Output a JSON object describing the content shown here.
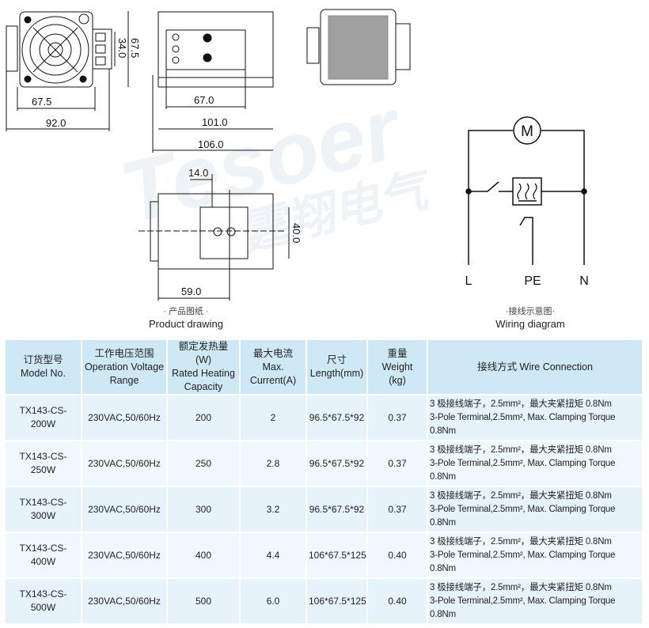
{
  "drawing": {
    "dims_front": [
      "67.5",
      "34.0",
      "67.5",
      "92.0"
    ],
    "dims_side": [
      "67.0",
      "101.0",
      "106.0"
    ],
    "dims_top": [
      "14.0",
      "40.0",
      "59.0"
    ],
    "caption_cn": "· 产品图纸 ·",
    "caption_en": "Product drawing"
  },
  "wiring": {
    "motor_label": "M",
    "terminals": [
      "L",
      "PE",
      "N"
    ],
    "caption_cn": "·接线示意图·",
    "caption_en": "Wiring diagram"
  },
  "watermark": {
    "brand": "Tesoer",
    "cn": "霆翔电气"
  },
  "table": {
    "headers": [
      [
        "订货型号",
        "Model No."
      ],
      [
        "工作电压范围",
        "Operation Voltage",
        "Range"
      ],
      [
        "额定发热量 (W)",
        "Rated Heating",
        "Capacity"
      ],
      [
        "最大电流 Max.",
        "Current(A)"
      ],
      [
        "尺寸",
        "Length(mm)"
      ],
      [
        "重量",
        "Weight",
        "(kg)"
      ],
      [
        "接线方式 Wire Connection"
      ]
    ],
    "rows": [
      {
        "model": "TX143-CS-200W",
        "voltage": "230VAC,50/60Hz",
        "heat": "200",
        "current": "2",
        "length": "96.5*67.5*92",
        "weight": "0.37",
        "wire_cn": "3 极接线端子，2.5mm²，最大夹紧扭矩 0.8Nm",
        "wire_en": "3-Pole Terminal,2.5mm², Max. Clamping Torque 0.8Nm"
      },
      {
        "model": "TX143-CS-250W",
        "voltage": "230VAC,50/60Hz",
        "heat": "250",
        "current": "2.8",
        "length": "96.5*67.5*92",
        "weight": "0.37",
        "wire_cn": "3 极接线端子，2.5mm²，最大夹紧扭矩 0.8Nm",
        "wire_en": "3-Pole Terminal,2.5mm², Max. Clamping Torque 0.8Nm"
      },
      {
        "model": "TX143-CS-300W",
        "voltage": "230VAC,50/60Hz",
        "heat": "300",
        "current": "3.2",
        "length": "96.5*67.5*92",
        "weight": "0.37",
        "wire_cn": "3 极接线端子，2.5mm²，最大夹紧扭矩 0.8Nm",
        "wire_en": "3-Pole Terminal,2.5mm², Max. Clamping Torque 0.8Nm"
      },
      {
        "model": "TX143-CS-400W",
        "voltage": "230VAC,50/60Hz",
        "heat": "400",
        "current": "4.4",
        "length": "106*67.5*125",
        "weight": "0.40",
        "wire_cn": "3 极接线端子，2.5mm²，最大夹紧扭矩 0.8Nm",
        "wire_en": "3-Pole Terminal,2.5mm², Max. Clamping Torque 0.8Nm"
      },
      {
        "model": "TX143-CS-500W",
        "voltage": "230VAC,50/60Hz",
        "heat": "500",
        "current": "6.0",
        "length": "106*67.5*125",
        "weight": "0.40",
        "wire_cn": "3 极接线端子，2.5mm²，最大夹紧扭矩 0.8Nm",
        "wire_en": "3-Pole Terminal,2.5mm², Max. Clamping Torque 0.8Nm"
      }
    ]
  }
}
